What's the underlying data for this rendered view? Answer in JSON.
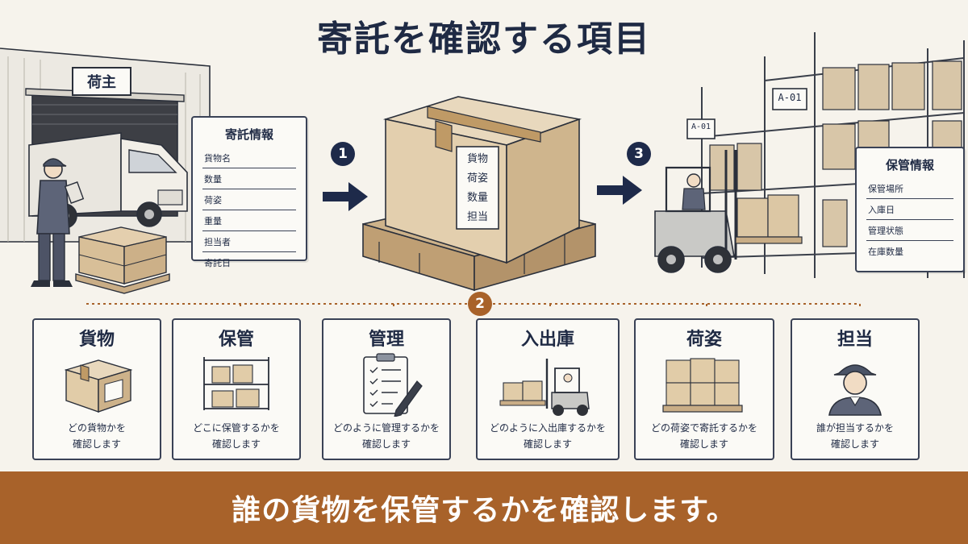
{
  "title": "寄託を確認する項目",
  "shipper_sign": "荷主",
  "box_label": [
    "貨物",
    "荷姿",
    "数量",
    "担当"
  ],
  "rack_tags": [
    "A-01",
    "A-01"
  ],
  "deposit_card": {
    "header": "寄託情報",
    "items": [
      "貨物名",
      "数量",
      "荷姿",
      "重量",
      "担当者",
      "寄託日"
    ]
  },
  "storage_card": {
    "header": "保管情報",
    "items": [
      "保管場所",
      "入庫日",
      "管理状態",
      "在庫数量"
    ]
  },
  "steps": [
    "1",
    "2",
    "3"
  ],
  "items": [
    {
      "title": "貨物",
      "line1": "どの貨物かを",
      "line2": "確認します"
    },
    {
      "title": "保管",
      "line1": "どこに保管するかを",
      "line2": "確認します"
    },
    {
      "title": "管理",
      "line1": "どのように管理するかを",
      "line2": "確認します"
    },
    {
      "title": "入出庫",
      "line1": "どのように入出庫するかを",
      "line2": "確認します"
    },
    {
      "title": "荷姿",
      "line1": "どの荷姿で寄託するかを",
      "line2": "確認します"
    },
    {
      "title": "担当",
      "line1": "誰が担当するかを",
      "line2": "確認します"
    }
  ],
  "banner": "誰の貨物を保管するかを確認します。",
  "colors": {
    "navy": "#1e2a4a",
    "brown": "#a8622a",
    "paper": "#f6f3ec"
  }
}
